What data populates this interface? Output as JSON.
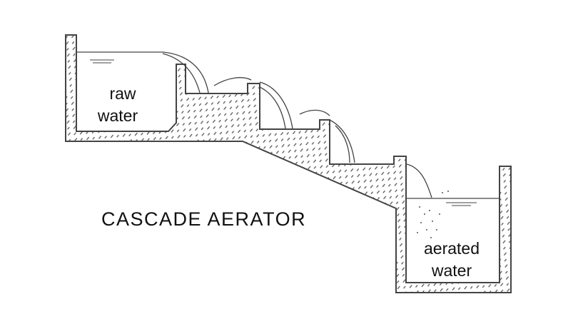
{
  "title": "CASCADE AERATOR",
  "labels": {
    "raw_line1": "raw",
    "raw_line2": "water",
    "aerated_line1": "aerated",
    "aerated_line2": "water"
  },
  "colors": {
    "ink": "#444444",
    "background": "#ffffff"
  }
}
